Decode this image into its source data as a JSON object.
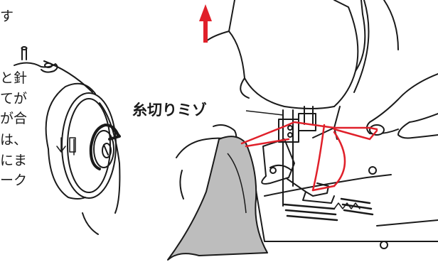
{
  "figure": {
    "thread_cutter_label": "糸切りミゾ",
    "left_text_fragments": [
      "す",
      "と針",
      "てが",
      "が合",
      "は、",
      "にま",
      "ーク"
    ]
  },
  "colors": {
    "line": "#1a1a1a",
    "thread": "#e0202a",
    "arrow": "#e0202a",
    "fabric": "#bdbdbd",
    "background": "#ffffff"
  }
}
